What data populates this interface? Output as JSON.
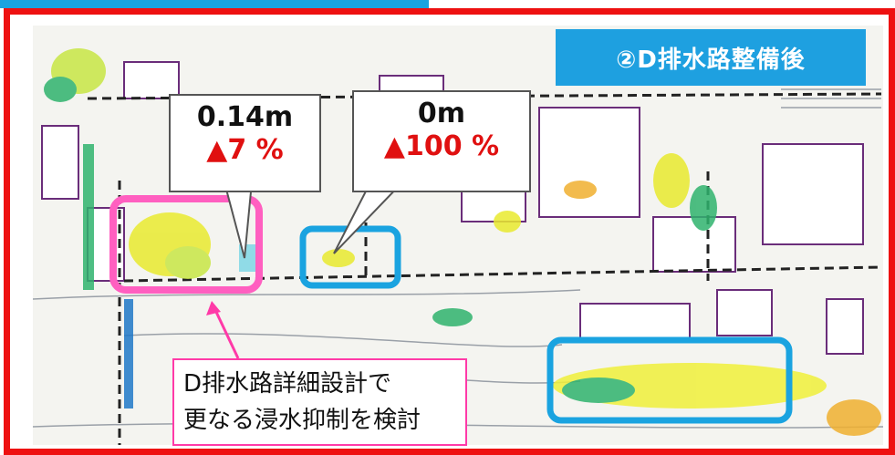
{
  "title": "②D排水路整備後",
  "callouts": [
    {
      "depth": "0.14m",
      "reduction": "▲7 %"
    },
    {
      "depth": "0m",
      "reduction": "▲100 %"
    }
  ],
  "note": {
    "line1": "D排水路詳細設計で",
    "line2": "更なる浸水抑制を検討"
  },
  "colors": {
    "frame_red": "#ee1111",
    "badge_blue": "#1ea0e0",
    "pink": "#ff5fc0",
    "cyan": "#1aa3e0",
    "reduction_red": "#e01010"
  }
}
